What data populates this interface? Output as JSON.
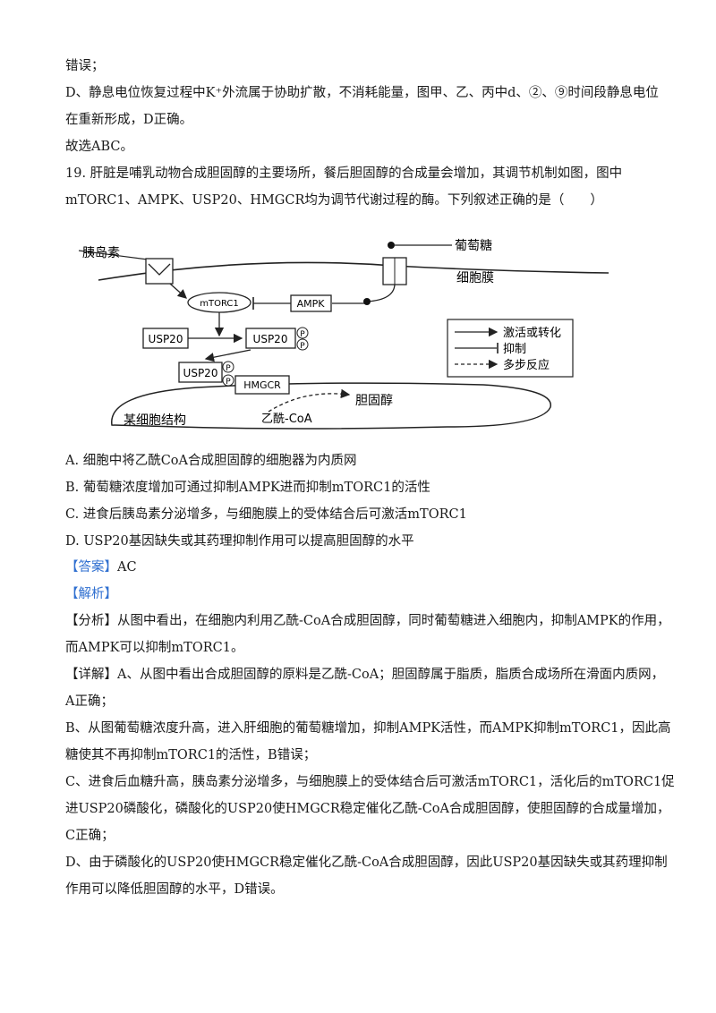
{
  "lines": [
    "错误；",
    "D、静息电位恢复过程中K⁺外流属于协助扩散，不消耗能量，图甲、乙、丙中d、②、⑨时间段静息电位",
    "在重新形成，D正确。",
    "故选ABC。",
    "19. 肝脏是哺乳动物合成胆固醇的主要场所，餐后胆固醇的合成量会增加，其调节机制如图，图中",
    "mTORC1、AMPK、USP20、HMGCR均为调节代谢过程的酶。下列叙述正确的是（　　）"
  ],
  "diagram": {
    "insulin": "胰岛素",
    "glucose": "葡萄糖",
    "membrane": "细胞膜",
    "mtorc1": "mTORC1",
    "ampk": "AMPK",
    "usp20": "USP20",
    "p": "P",
    "hmgcr": "HMGCR",
    "cholesterol": "胆固醇",
    "acetyl_coa": "乙酰-CoA",
    "structure": "某细胞结构",
    "legend": [
      "激活或转化",
      "抑制",
      "多步反应"
    ]
  },
  "options": [
    "A. 细胞中将乙酰CoA合成胆固醇的细胞器为内质网",
    "B. 葡萄糖浓度增加可通过抑制AMPK进而抑制mTORC1的活性",
    "C. 进食后胰岛素分泌增多，与细胞膜上的受体结合后可激活mTORC1",
    "D. USP20基因缺失或其药理抑制作用可以提高胆固醇的水平"
  ],
  "answer": {
    "tag": "【答案】",
    "value": "AC"
  },
  "analysis_tag": "【解析】",
  "analysis": [
    {
      "tag": "【分析】",
      "text": "从图中看出，在细胞内利用乙酰-CoA合成胆固醇，同时葡萄糖进入细胞内，抑制AMPK的作用，"
    },
    {
      "tag": "",
      "text": "而AMPK可以抑制mTORC1。"
    },
    {
      "tag": "【详解】",
      "text": "A、从图中看出合成胆固醇的原料是乙酰-CoA；胆固醇属于脂质，脂质合成场所在滑面内质网，"
    },
    {
      "tag": "",
      "text": "A正确；"
    },
    {
      "tag": "",
      "text": "B、从图葡萄糖浓度升高，进入肝细胞的葡萄糖增加，抑制AMPK活性，而AMPK抑制mTORC1，因此高"
    },
    {
      "tag": "",
      "text": "糖使其不再抑制mTORC1的活性，B错误；"
    },
    {
      "tag": "",
      "text": "C、进食后血糖升高，胰岛素分泌增多，与细胞膜上的受体结合后可激活mTORC1，活化后的mTORC1促"
    },
    {
      "tag": "",
      "text": "进USP20磷酸化，磷酸化的USP20使HMGCR稳定催化乙酰-CoA合成胆固醇，使胆固醇的合成量增加，"
    },
    {
      "tag": "",
      "text": "C正确；"
    },
    {
      "tag": "",
      "text": "D、由于磷酸化的USP20使HMGCR稳定催化乙酰-CoA合成胆固醇，因此USP20基因缺失或其药理抑制"
    },
    {
      "tag": "",
      "text": "作用可以降低胆固醇的水平，D错误。"
    }
  ]
}
